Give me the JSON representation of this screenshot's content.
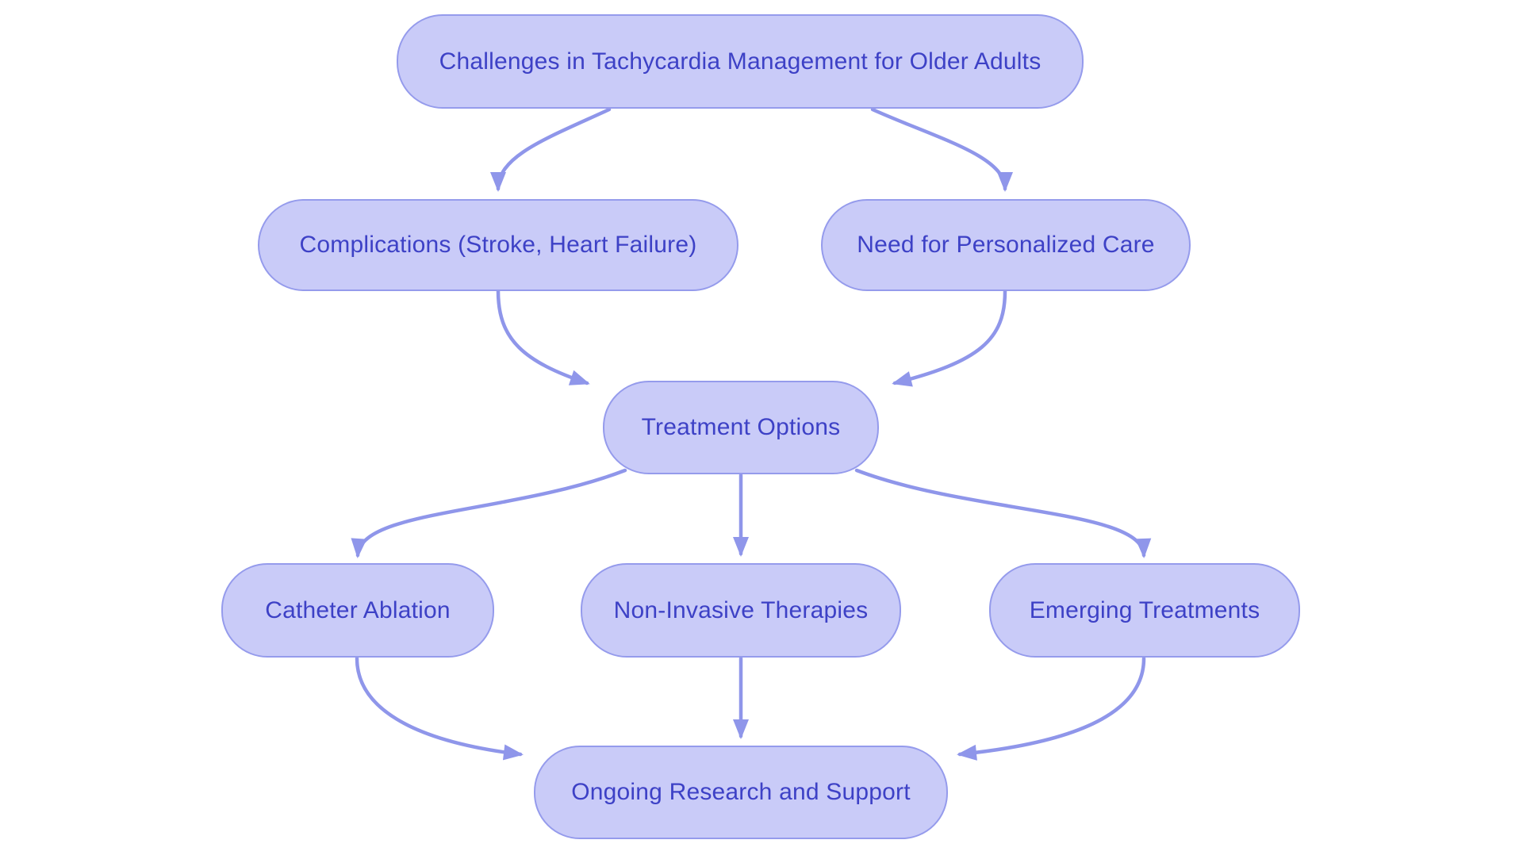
{
  "diagram": {
    "type": "flowchart",
    "direction": "top-down",
    "nodes": [
      {
        "id": "challenges",
        "label": "Challenges in Tachycardia Management for Older Adults"
      },
      {
        "id": "complications",
        "label": "Complications (Stroke, Heart Failure)"
      },
      {
        "id": "personalized-care",
        "label": "Need for Personalized Care"
      },
      {
        "id": "treatment-options",
        "label": "Treatment Options"
      },
      {
        "id": "catheter-ablation",
        "label": "Catheter Ablation"
      },
      {
        "id": "non-invasive",
        "label": "Non-Invasive Therapies"
      },
      {
        "id": "emerging",
        "label": "Emerging Treatments"
      },
      {
        "id": "ongoing",
        "label": "Ongoing Research and Support"
      }
    ],
    "edges": [
      {
        "from": "challenges",
        "to": "complications"
      },
      {
        "from": "challenges",
        "to": "personalized-care"
      },
      {
        "from": "complications",
        "to": "treatment-options"
      },
      {
        "from": "personalized-care",
        "to": "treatment-options"
      },
      {
        "from": "treatment-options",
        "to": "catheter-ablation"
      },
      {
        "from": "treatment-options",
        "to": "non-invasive"
      },
      {
        "from": "treatment-options",
        "to": "emerging"
      },
      {
        "from": "catheter-ablation",
        "to": "ongoing"
      },
      {
        "from": "non-invasive",
        "to": "ongoing"
      },
      {
        "from": "emerging",
        "to": "ongoing"
      }
    ],
    "colors": {
      "node_fill": "#c9cbf8",
      "node_border": "#959bec",
      "node_text": "#3d41c6",
      "arrow": "#8f96ea",
      "background": "#ffffff"
    }
  }
}
